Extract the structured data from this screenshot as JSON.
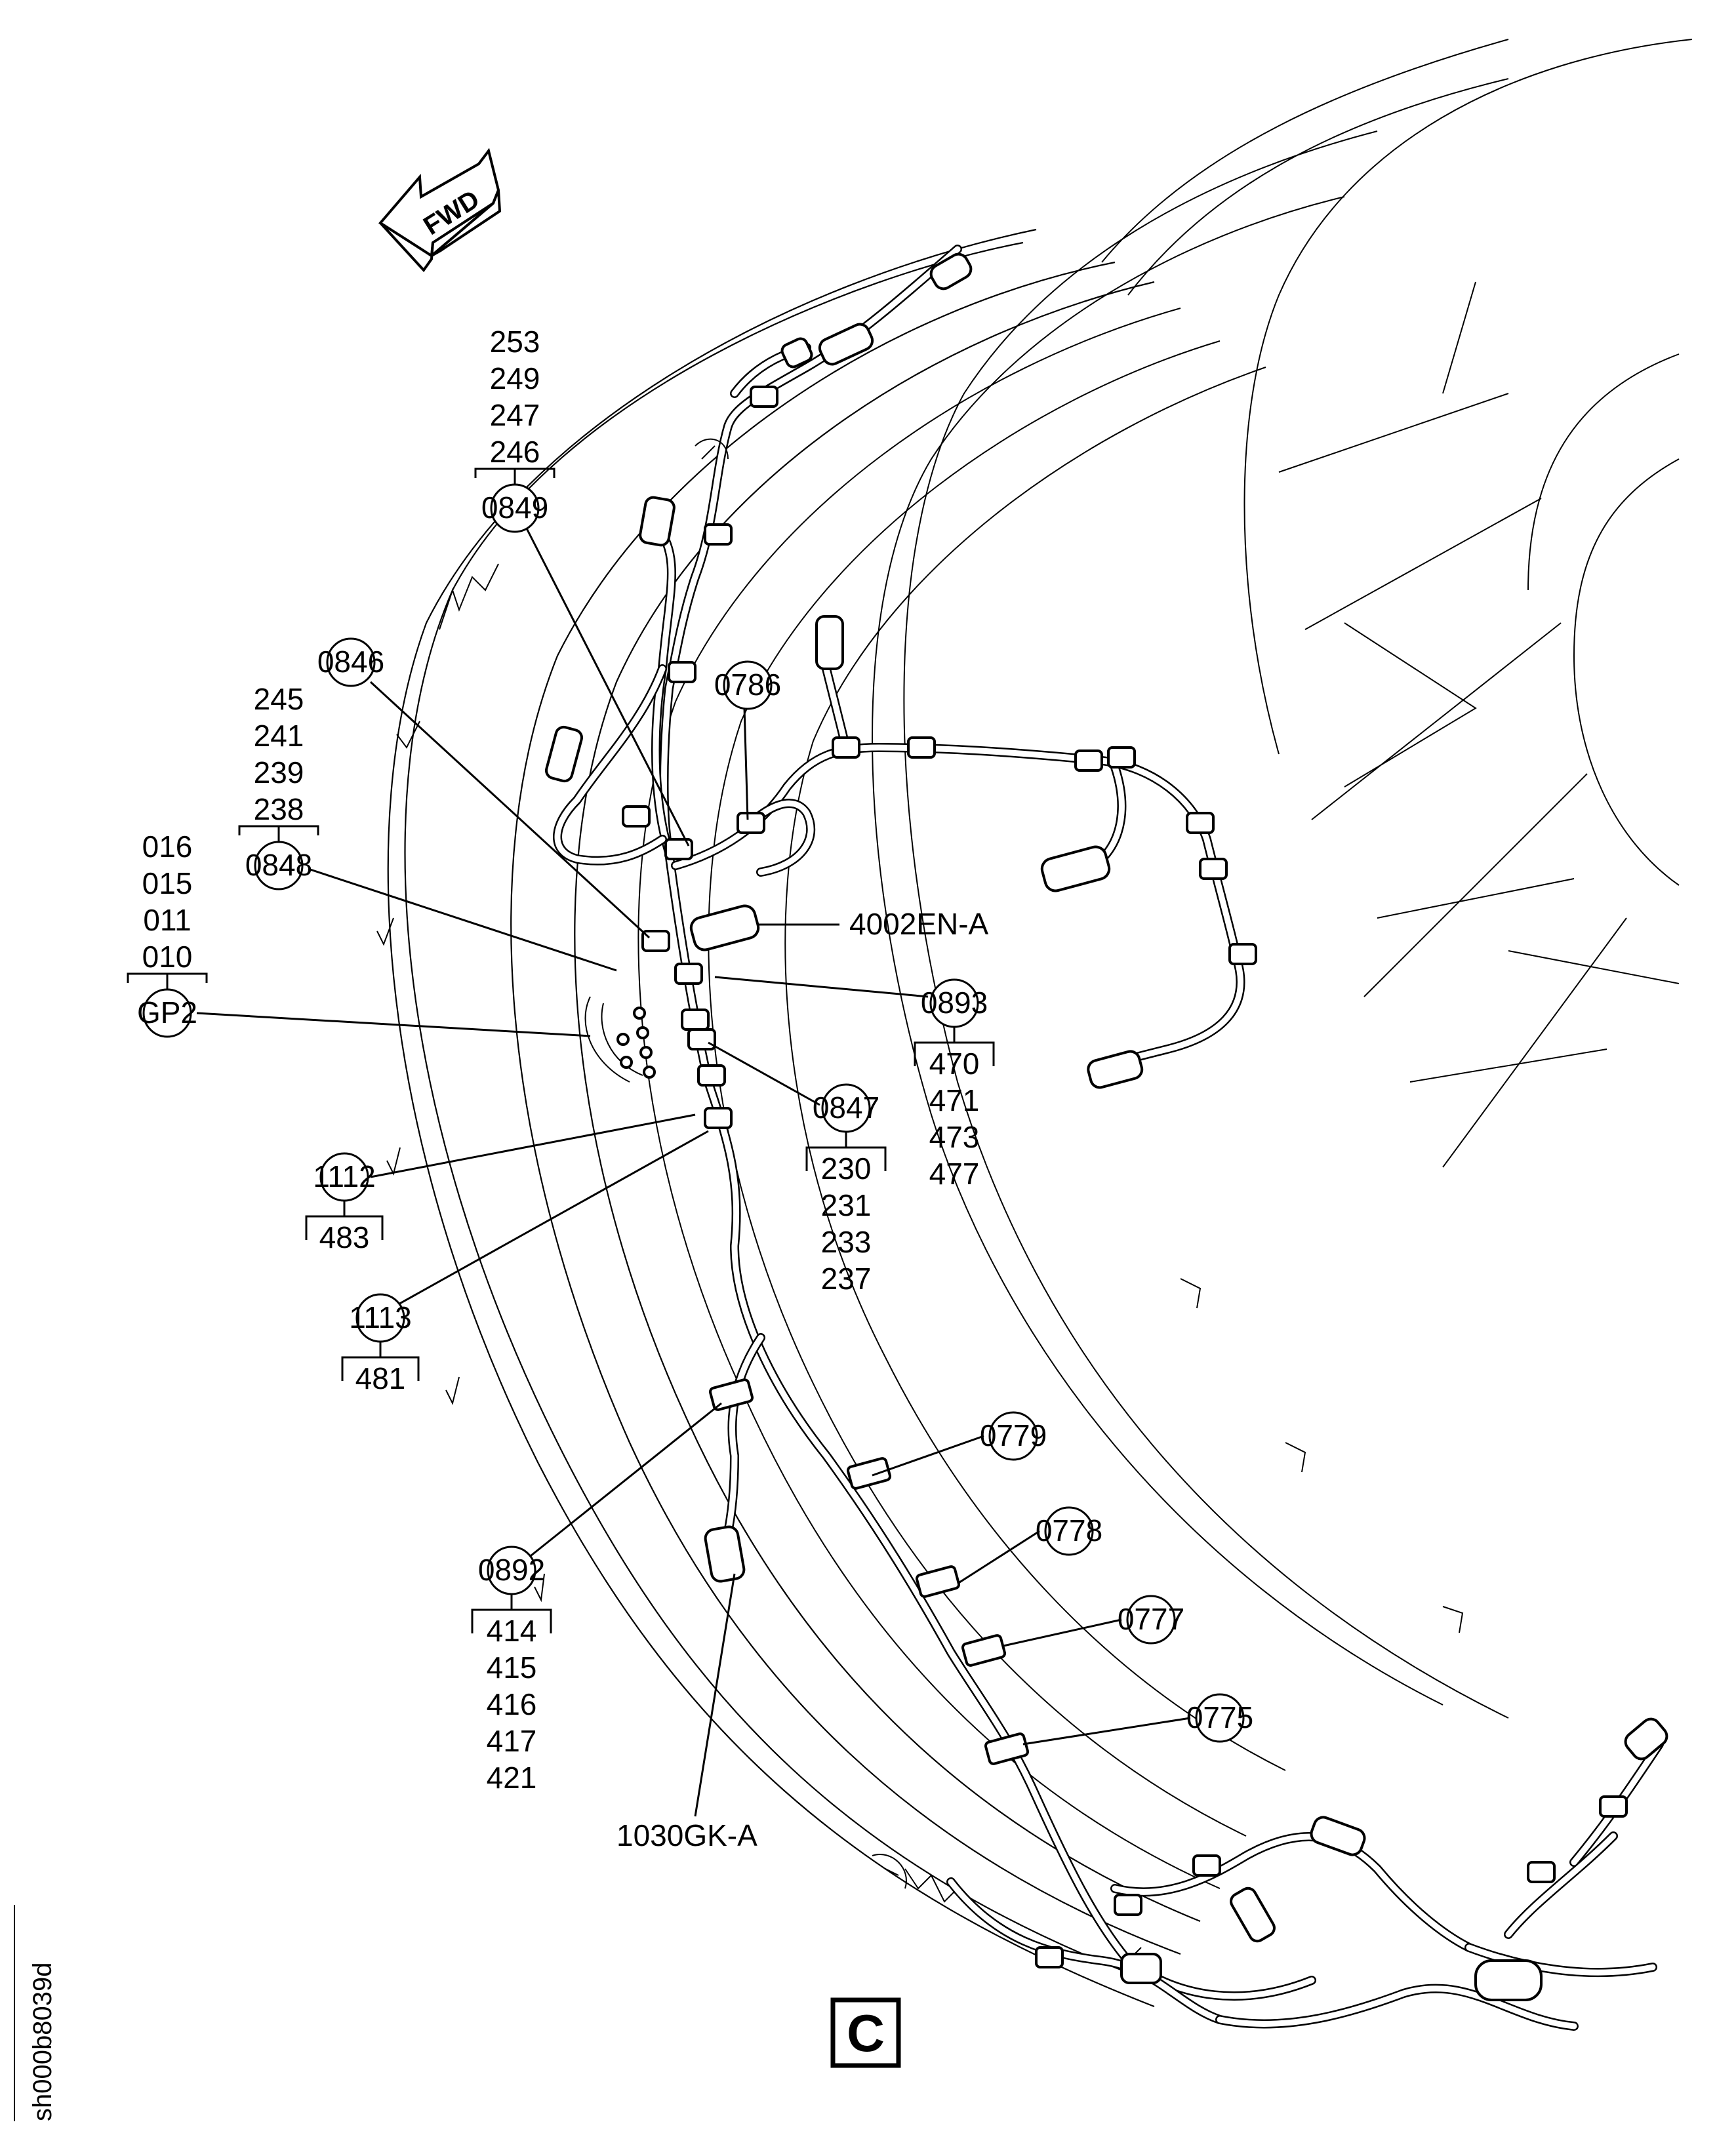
{
  "figure": {
    "view_letter": "C",
    "drawing_id": "sh000b8039d",
    "direction_arrow": "FWD"
  },
  "callouts": [
    {
      "id": "0849",
      "parts": [
        "253",
        "249",
        "247",
        "246"
      ]
    },
    {
      "id": "0846",
      "parts": []
    },
    {
      "id": "0848",
      "parts": [
        "245",
        "241",
        "239",
        "238"
      ]
    },
    {
      "id": "GP2",
      "parts": [
        "016",
        "015",
        "011",
        "010"
      ]
    },
    {
      "id": "0786",
      "parts": []
    },
    {
      "id": "0893",
      "parts": [
        "470",
        "471",
        "473",
        "477"
      ]
    },
    {
      "id": "0847",
      "parts": [
        "230",
        "231",
        "233",
        "237"
      ]
    },
    {
      "id": "1112",
      "parts": [
        "483"
      ]
    },
    {
      "id": "1113",
      "parts": [
        "481"
      ]
    },
    {
      "id": "0779",
      "parts": []
    },
    {
      "id": "0778",
      "parts": []
    },
    {
      "id": "0777",
      "parts": []
    },
    {
      "id": "0775",
      "parts": []
    },
    {
      "id": "0892",
      "parts": [
        "414",
        "415",
        "416",
        "417",
        "421"
      ]
    }
  ],
  "connector_labels": [
    "4002EN-A",
    "1030GK-A"
  ]
}
